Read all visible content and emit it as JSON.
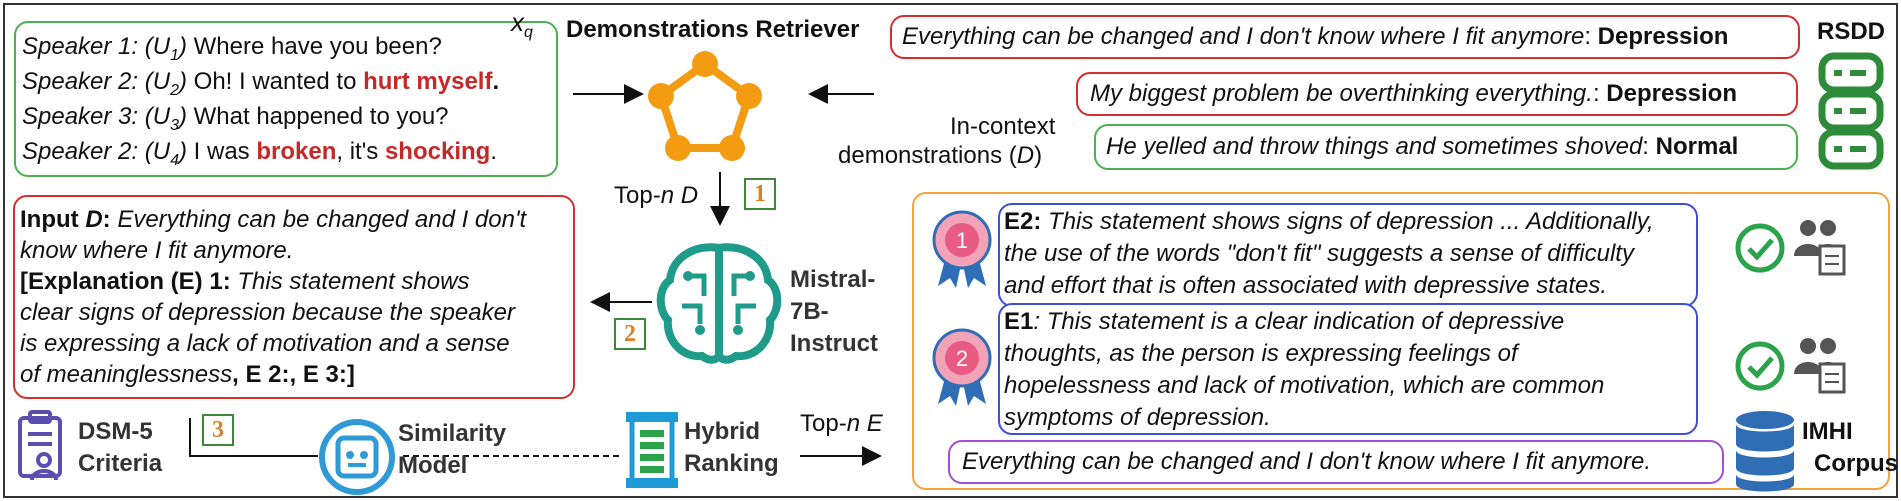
{
  "dialogue": {
    "lines": [
      {
        "speaker": "Speaker 1:",
        "utt": "(U",
        "sub": "1",
        "close": ")",
        "before": " Where have you been?",
        "hl": "",
        "mid": "",
        "hl2": "",
        "after": ""
      },
      {
        "speaker": "Speaker 2:",
        "utt": "(U",
        "sub": "2",
        "close": ")",
        "before": " Oh! I wanted to ",
        "hl": "hurt myself",
        "mid": ".",
        "hl2": "",
        "after": ""
      },
      {
        "speaker": "Speaker 3:",
        "utt": "(U",
        "sub": "3",
        "close": ")",
        "before": " What happened to you?",
        "hl": "",
        "mid": "",
        "hl2": "",
        "after": ""
      },
      {
        "speaker": "Speaker 2:",
        "utt": "(U",
        "sub": "4",
        "close": ")",
        "before": " I was ",
        "hl": "broken",
        "mid": ", it's ",
        "hl2": "shocking",
        "after": "."
      }
    ],
    "query_label": "x",
    "query_sub": "q"
  },
  "retriever": {
    "title": "Demonstrations Retriever"
  },
  "rsdd": {
    "label": "RSDD",
    "demos": [
      {
        "text": "Everything can be changed and I don't know where I fit anymore",
        "sep": ": ",
        "label": "Depression"
      },
      {
        "text": "My biggest problem be overthinking everything.",
        "sep": ": ",
        "label": "Depression"
      },
      {
        "text": "He yelled and throw things and sometimes shoved",
        "sep": ": ",
        "label": "Normal"
      }
    ]
  },
  "in_context": {
    "line1": "In-context",
    "line2": "demonstrations (",
    "var": "D",
    "line2_end": ")"
  },
  "topn_d": {
    "prefix": "Top-",
    "n": "n",
    "suffix": " D"
  },
  "steps": {
    "s1": "1",
    "s2": "2",
    "s3": "3"
  },
  "output": {
    "input_label": "Input ",
    "input_var": "D",
    "input_colon": ": ",
    "input_text_1": "Everything can be changed and I don't",
    "input_text_2": "know where I fit anymore.",
    "expl_label": "[Explanation (E) 1: ",
    "expl_1": "This statement shows",
    "expl_2": "clear signs of depression because the speaker",
    "expl_3": "is expressing a lack of motivation and a sense",
    "expl_4": "of meaninglessness",
    "expl_tail": ", E 2:, E 3:]"
  },
  "model": {
    "line1": "Mistral-",
    "line2": "7B-",
    "line3": "Instruct"
  },
  "dsm": {
    "line1": "DSM-5",
    "line2": "Criteria"
  },
  "similarity": {
    "line1": "Similarity",
    "line2": "Model"
  },
  "hybrid": {
    "line1": "Hybrid",
    "line2": "Ranking"
  },
  "topn_e": {
    "prefix": "Top-",
    "n": "n",
    "suffix": " E"
  },
  "ranked": {
    "e2_label": "E2:",
    "e2_1": " This statement shows signs of depression ... Additionally,",
    "e2_2": "the use of the words \"don't fit\" suggests a sense of difficulty",
    "e2_3": "and effort that is often associated with depressive states.",
    "e1_label": "E1",
    "e1_1": ": This statement is a clear indication of depressive",
    "e1_2": "thoughts, as the person is expressing feelings of",
    "e1_3": "hopelessness and lack of motivation, which are common",
    "e1_4": "symptoms of depression.",
    "badge1": "1",
    "badge2": "2",
    "query": "Everything can be changed and I don't know where I fit anymore."
  },
  "imhi": {
    "line1": "IMHI",
    "line2": "Corpus"
  },
  "colors": {
    "green": "#4caf50",
    "red": "#d32f2f",
    "blue": "#3d4fd6",
    "purple": "#a24fd6",
    "orange": "#f2a43a",
    "teal": "#1e9b8a",
    "retriever": "#f39c12",
    "db_green": "#2e8b3a",
    "db_blue": "#2f6db5"
  },
  "icons": [
    "pentagon-graph-icon",
    "brain-circuit-icon",
    "database-icon",
    "award-badge-icon",
    "check-circle-icon",
    "user-group-icon",
    "clipboard-icon",
    "similarity-icon",
    "ranking-icon"
  ]
}
